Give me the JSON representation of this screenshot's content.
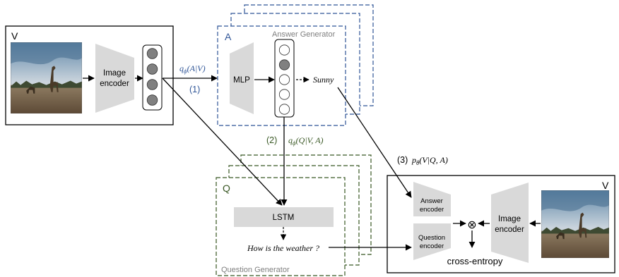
{
  "left_panel": {
    "label": "V",
    "encoder_label": [
      "Image",
      "encoder"
    ]
  },
  "answer_generator": {
    "label": "A",
    "title": "Answer Generator",
    "mlp_label": "MLP",
    "answer_text": "Sunny"
  },
  "question_generator": {
    "label": "Q",
    "title": "Question Generator",
    "lstm_label": "LSTM",
    "question_text": "How is the weather ?"
  },
  "right_panel": {
    "label": "V",
    "answer_encoder_label": [
      "Answer",
      "encoder"
    ],
    "question_encoder_label": [
      "Question",
      "encoder"
    ],
    "image_encoder_label": [
      "Image",
      "encoder"
    ],
    "product_symbol": "⊗",
    "loss_label": "cross-entropy"
  },
  "step_labels": {
    "step1": "(1)",
    "step1_formula": {
      "sym": "q",
      "sub": "ϕ",
      "arg": "(A|V)"
    },
    "step2": "(2)",
    "step2_formula": {
      "sym": "q",
      "sub": "ϕ",
      "arg": "(Q|V, A)"
    },
    "step3": "(3)",
    "step3_formula": {
      "sym": "p",
      "sub": "θ",
      "arg": "(V|Q, A)"
    }
  },
  "colors": {
    "answer_blue": "#2f5597",
    "question_green": "#385723",
    "block_gray": "#d9d9d9",
    "node_fill": "#808080",
    "title_gray": "#7f7f7f"
  }
}
